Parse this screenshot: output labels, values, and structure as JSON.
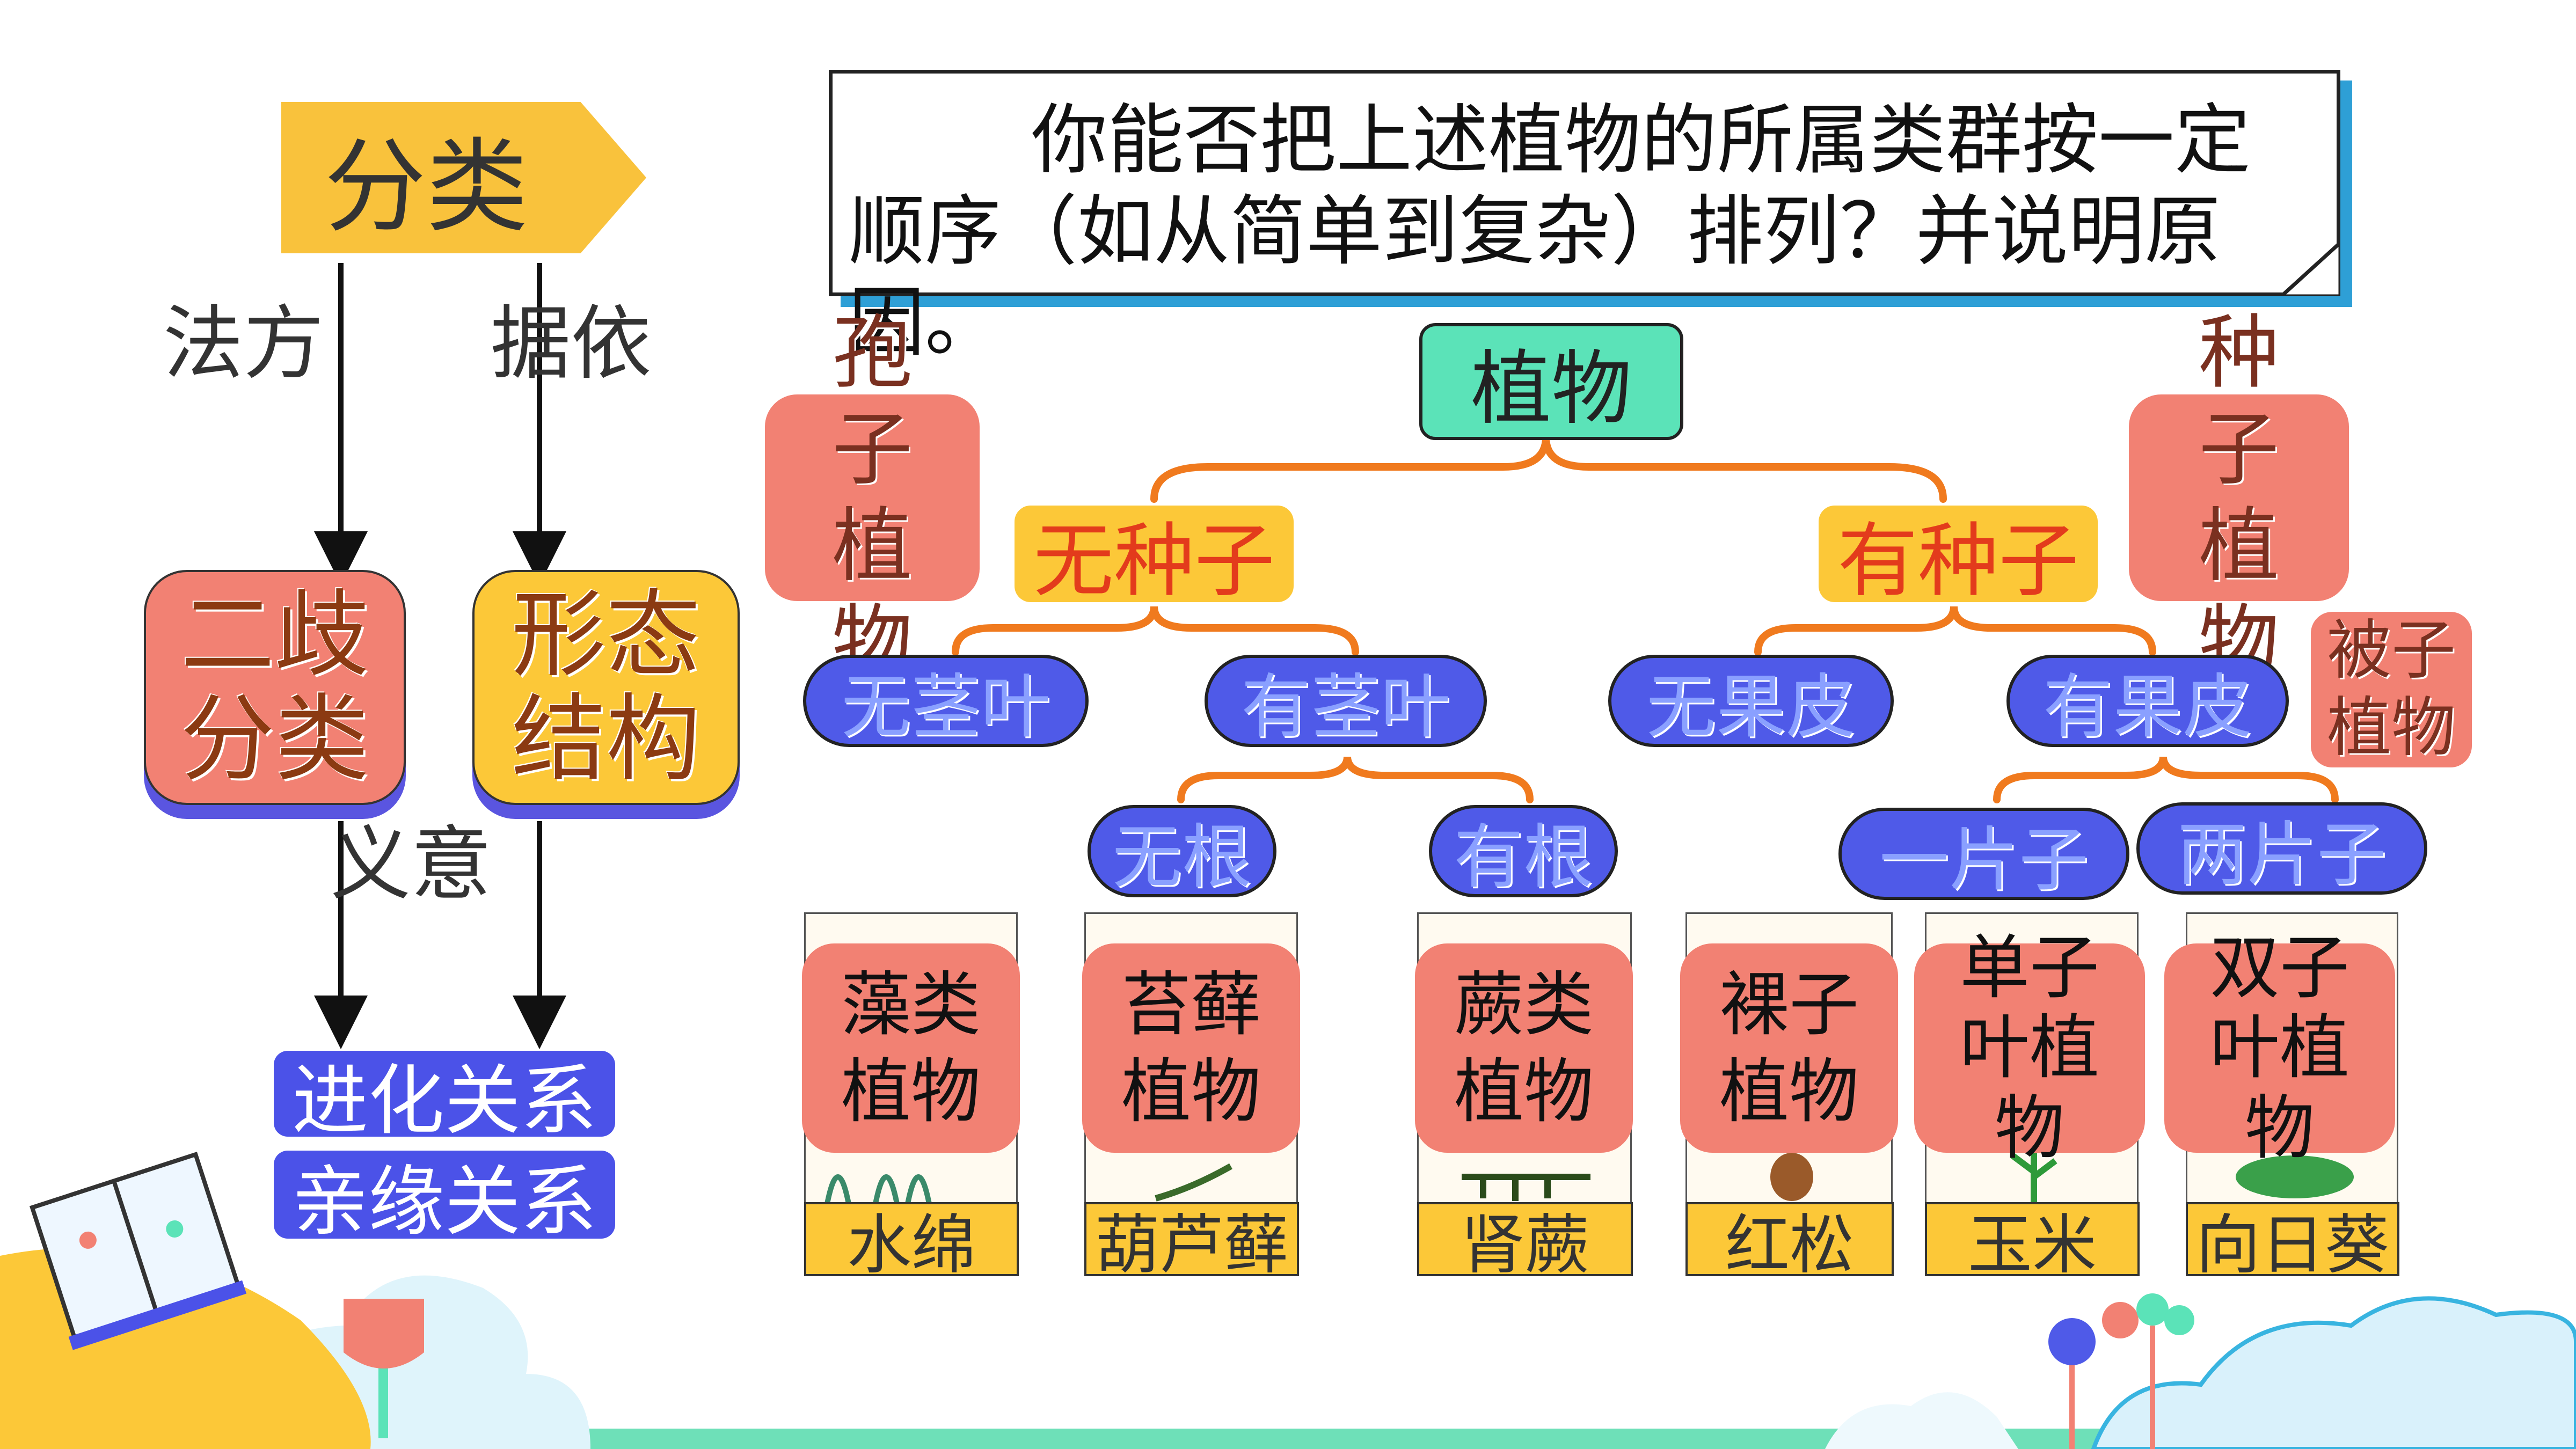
{
  "left_panel": {
    "banner": "分类",
    "method_label": "方法",
    "basis_label": "依据",
    "card_left": "二歧分类",
    "card_right": "形态结构",
    "meaning_label": "意义",
    "pill_1": "进化关系",
    "pill_2": "亲缘关系"
  },
  "question": "你能否把上述植物的所属类群按一定顺序（如从简单到复杂）排列？并说明原因。",
  "tree": {
    "root": "植物",
    "spore_label": "孢子植物",
    "seed_label": "种子植物",
    "angio_label": "被子植物",
    "no_seed": "无种子",
    "has_seed": "有种子",
    "no_stem_leaf": "无茎叶",
    "has_stem_leaf": "有茎叶",
    "no_pericarp": "无果皮",
    "has_pericarp": "有果皮",
    "no_root": "无根",
    "has_root": "有根",
    "one_cotyledon": "一片子",
    "two_cotyledon": "两片子"
  },
  "plants": [
    {
      "group": "藻类植物",
      "name": "水绵"
    },
    {
      "group": "苔藓植物",
      "name": "葫芦藓"
    },
    {
      "group": "蕨类植物",
      "name": "肾蕨"
    },
    {
      "group": "裸子植物",
      "name": "红松"
    },
    {
      "group": "单子叶植物",
      "name": "玉米"
    },
    {
      "group": "双子叶植物",
      "name": "向日葵"
    }
  ],
  "colors": {
    "yellow": "#fcc838",
    "salmon": "#f28173",
    "blue": "#4f5ae8",
    "orange_line": "#f07a1e",
    "teal": "#5be3b8"
  }
}
